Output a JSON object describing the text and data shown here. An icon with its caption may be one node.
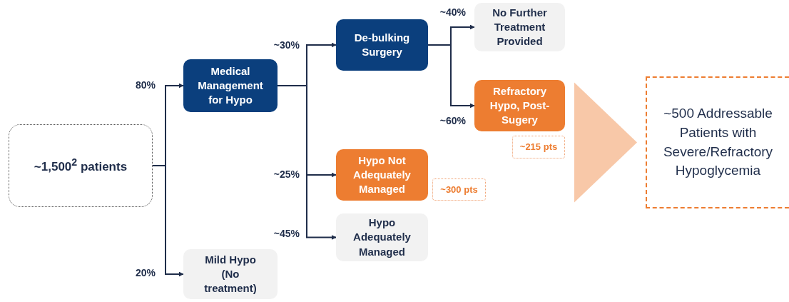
{
  "diagram": {
    "nodes": [
      {
        "text": [
          "~1,500$^{2}$ patients"
        ]
      },
      {
        "text": [
          "Medical Management for Hypo"
        ]
      },
      {
        "text": [
          "Mild Hypo (No treatment)"
        ]
      },
      {
        "text": [
          "De-bulking Surgery"
        ]
      },
      {
        "text": [
          "Hypo Not Adequately Managed"
        ]
      },
      {
        "text": [
          "Hypo Adequately Managed"
        ]
      },
      {
        "text": [
          "No Further Treatment Provided"
        ]
      },
      {
        "text": [
          "Refractory Hypo, Post-Sugery"
        ]
      },
      {
        "text": [
          "~215 pts"
        ]
      },
      {
        "text": [
          "~300 pts"
        ]
      },
      {
        "text": [
          "~500 Addressable Patients with Severe/Refractory Hypoglycemia"
        ]
      }
    ],
    "edges": [
      {
        "from": 0,
        "to": 1,
        "arrow": "to",
        "label": "80%"
      },
      {
        "from": 0,
        "to": 2,
        "arrow": "to",
        "label": "20%"
      },
      {
        "from": 1,
        "to": 3,
        "arrow": "to",
        "label": "~30%"
      },
      {
        "from": 1,
        "to": 4,
        "arrow": "to",
        "label": "~25%"
      },
      {
        "from": 1,
        "to": 5,
        "arrow": "to",
        "label": "~45%"
      },
      {
        "from": 3,
        "to": 6,
        "arrow": "to",
        "label": "~40%"
      },
      {
        "from": 3,
        "to": 7,
        "arrow": "to",
        "label": "~60%"
      },
      {
        "from": null,
        "to": 10,
        "arrow": "to",
        "color": "#f8c8a8"
      }
    ]
  }
}
